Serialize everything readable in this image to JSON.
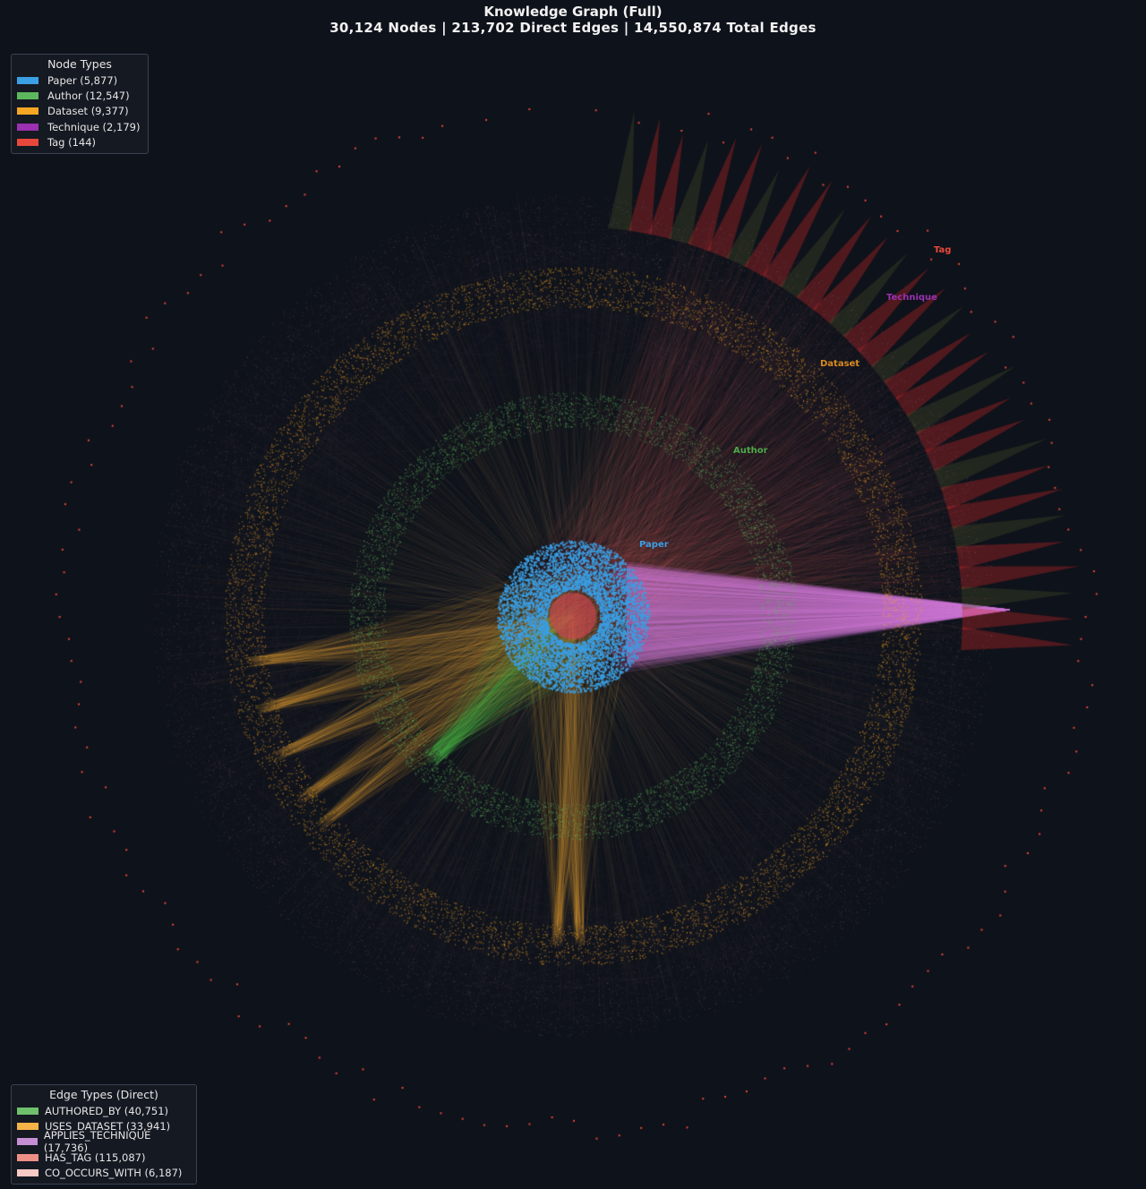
{
  "title": "Knowledge Graph (Full)",
  "subtitle": "30,124 Nodes  |  213,702 Direct Edges  |  14,550,874 Total Edges",
  "node_legend": {
    "title": "Node Types",
    "items": [
      {
        "label": "Paper (5,877)",
        "color": "#3b9fe3"
      },
      {
        "label": "Author (12,547)",
        "color": "#5cb85c"
      },
      {
        "label": "Dataset (9,377)",
        "color": "#f5a623"
      },
      {
        "label": "Technique (2,179)",
        "color": "#9b30b0"
      },
      {
        "label": "Tag (144)",
        "color": "#e8483b"
      }
    ]
  },
  "edge_legend": {
    "title": "Edge Types (Direct)",
    "items": [
      {
        "label": "AUTHORED_BY (40,751)",
        "color": "#6fc06a"
      },
      {
        "label": "USES_DATASET (33,941)",
        "color": "#f5b347"
      },
      {
        "label": "APPLIES_TECHNIQUE (17,736)",
        "color": "#c58fd6"
      },
      {
        "label": "HAS_TAG (115,087)",
        "color": "#ee8f86"
      },
      {
        "label": "CO_OCCURS_WITH (6,187)",
        "color": "#f9c9c6"
      }
    ]
  },
  "ring_labels": {
    "paper": {
      "text": "Paper",
      "color": "#3b9fe3"
    },
    "author": {
      "text": "Author",
      "color": "#4fa84a"
    },
    "dataset": {
      "text": "Dataset",
      "color": "#d98a1e"
    },
    "technique": {
      "text": "Technique",
      "color": "#9b30b0"
    },
    "tag": {
      "text": "Tag",
      "color": "#e8483b"
    }
  }
}
